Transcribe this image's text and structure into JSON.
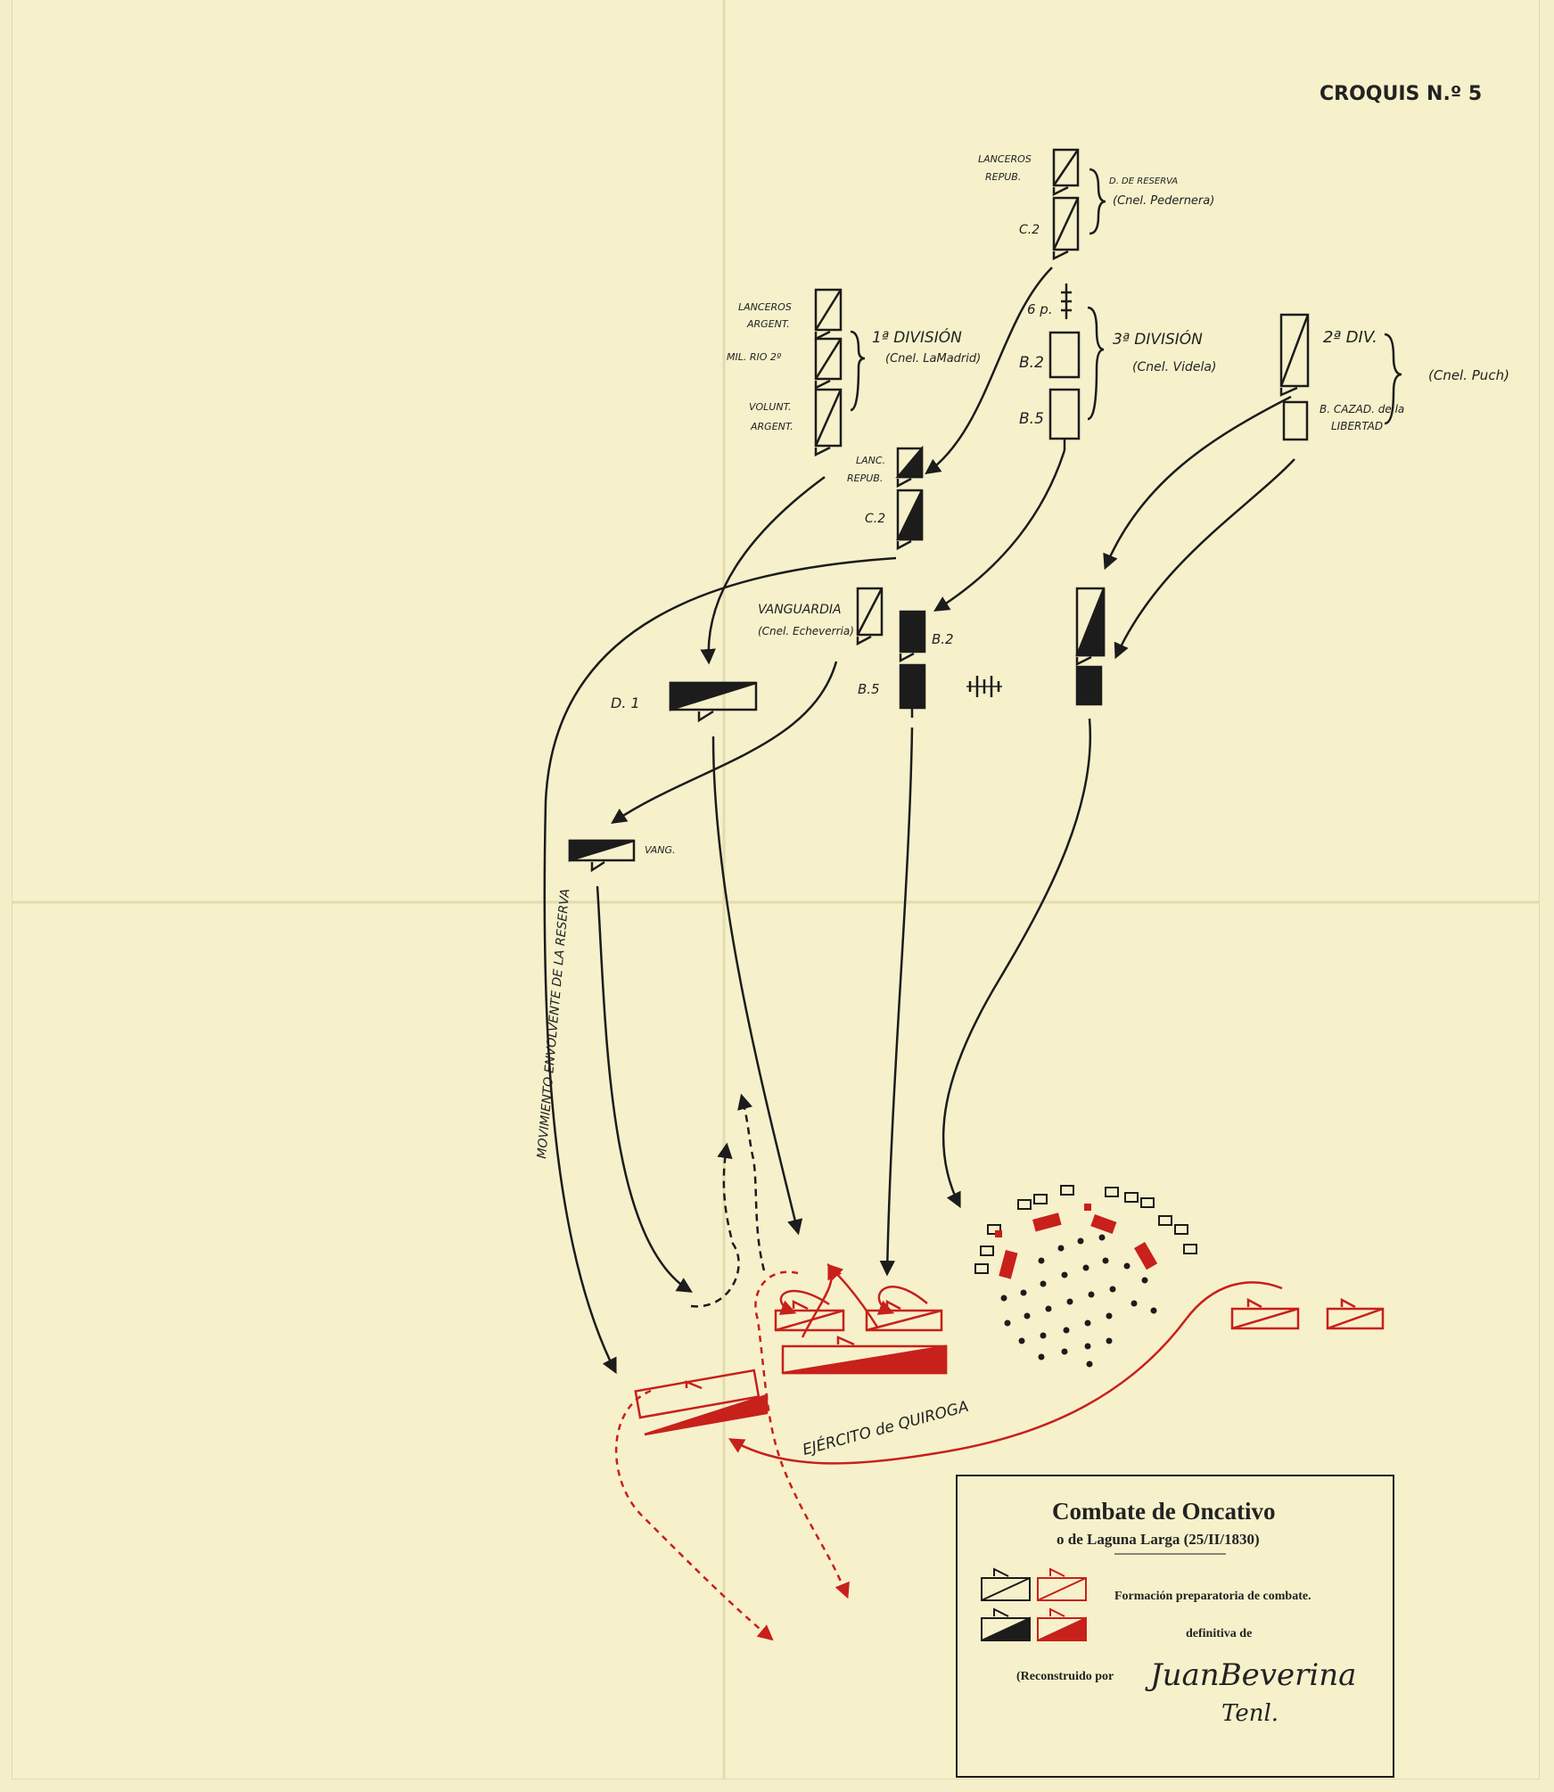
{
  "header": {
    "sheet_label": "CROQUIS N.º 5"
  },
  "reserve": {
    "unit_top": "LANCEROS REPUB.",
    "unit_top_l1": "LANCEROS",
    "unit_top_l2": "REPUB.",
    "unit_bottom": "C.2",
    "name": "D. DE RESERVA",
    "commander": "(Cnel. Pedernera)"
  },
  "division_1": {
    "name": "1ª DIVISIÓN",
    "commander": "(Cnel. LaMadrid)",
    "units": [
      {
        "l1": "LANCEROS",
        "l2": "ARGENT."
      },
      {
        "l1": "MIL. RIO 2º",
        "l2": ""
      },
      {
        "l1": "VOLUNT.",
        "l2": "ARGENT."
      }
    ]
  },
  "division_3": {
    "name": "3ª DIVISIÓN",
    "commander": "(Cnel. Videla)",
    "units": [
      "6 p.",
      "B.2",
      "B.5"
    ]
  },
  "division_2": {
    "name": "2ª DIV.",
    "commander": "(Cnel. Puch)",
    "unit_l1": "B. CAZAD. de la",
    "unit_l2": "LIBERTAD"
  },
  "advance": {
    "lanc_repub_l1": "LANC.",
    "lanc_repub_l2": "REPUB.",
    "c2": "C.2",
    "vanguard": "VANGUARDIA",
    "vanguard_commander": "(Cnel. Echeverria)",
    "b2": "B.2",
    "b5": "B.5",
    "d1": "D. 1",
    "vang": "VANG."
  },
  "annotations": {
    "reserve_movement": "MOVIMIENTO ENVOLVENTE DE LA RESERVA",
    "enemy_army": "EJÉRCITO de QUIROGA"
  },
  "legend": {
    "title": "Combate de Oncativo",
    "subtitle": "o de Laguna Larga (25/II/1830)",
    "row1": "Formación preparatoria de combate.",
    "row2": "definitiva de",
    "reconstructed": "(Reconstruido por",
    "signature": "JuanBeverina",
    "signature_rank": "Tenl."
  },
  "colors": {
    "paper": "#f6f1cb",
    "ink": "#1c1c1c",
    "red": "#c8201b"
  }
}
